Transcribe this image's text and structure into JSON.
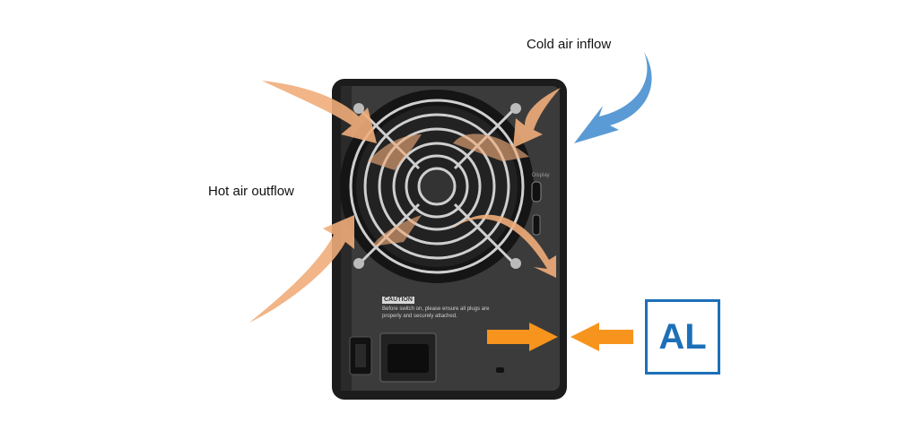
{
  "labels": {
    "cold_air": "Cold air inflow",
    "hot_air": "Hot air outflow"
  },
  "panel": {
    "caution_title": "CAUTION",
    "caution_text": "Before switch on, please ensure all plugs are properly and securely attached.",
    "port_label": "Display"
  },
  "badge": {
    "text": "AL"
  },
  "colors": {
    "hot_arrow": "#f0ad7a",
    "cold_arrow": "#5b9bd5",
    "pointer_arrow": "#f7941d",
    "badge": "#1d6fb8"
  }
}
